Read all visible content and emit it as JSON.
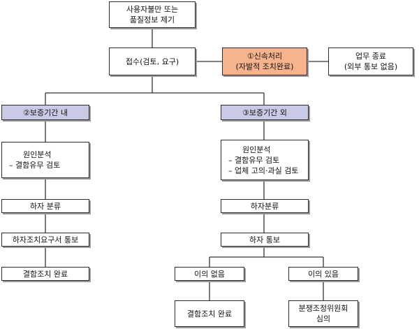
{
  "diagram": {
    "top": {
      "line1": "사용자불만 또는",
      "line2": "품질정보 제기"
    },
    "receipt": {
      "label": "접수(검토, 요구)"
    },
    "quick": {
      "line1": "①신속처리",
      "line2": "(자발적 조치완료)"
    },
    "end": {
      "line1": "업무 종료",
      "line2": "(외부 통보 없음)"
    },
    "within": {
      "header": "②보증기간 내",
      "analysis_title": "원인분석",
      "analysis_item": "– 결함유무 검토",
      "classify": "하자 분류",
      "notice": "하자조치요구서 통보",
      "done": "결함조치 완료"
    },
    "outside": {
      "header": "③보증기간 외",
      "analysis_title": "원인분석",
      "analysis_item1": "– 결함유무 검토",
      "analysis_item2": "– 업체 고의·과실 검토",
      "classify": "하자분류",
      "notice": "하자 통보"
    },
    "no_objection": {
      "label": "이의 없음",
      "result": "결함조치 완료"
    },
    "objection": {
      "label": "이의 있음",
      "result_line1": "분쟁조정위원회",
      "result_line2": "심의"
    }
  }
}
